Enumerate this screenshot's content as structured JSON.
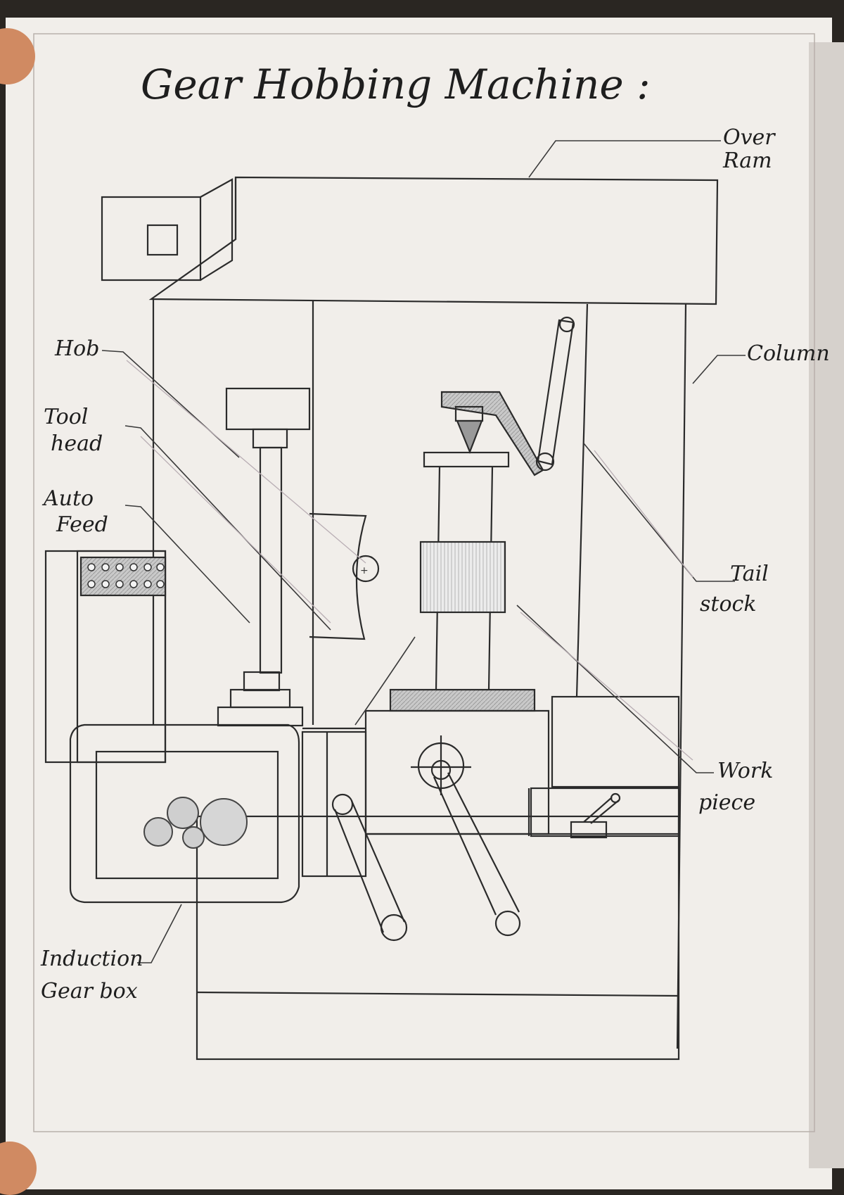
{
  "title": "Gear Hobbing Machine :",
  "labels": {
    "over_ram": [
      "Over",
      "Ram"
    ],
    "column": "Column",
    "hob": "Hob",
    "tool_head": [
      "Tool",
      "head"
    ],
    "auto_feed": [
      "Auto",
      "Feed"
    ],
    "tail_stock": [
      "Tail",
      "stock"
    ],
    "work_piece": [
      "Work",
      "piece"
    ],
    "induction_gear_box": [
      "Induction",
      "Gear box"
    ]
  },
  "colors": {
    "paper": "#f3f0ec",
    "ink": "#2b2b2b",
    "shade": "#bdbdbd",
    "page_edge": "#d9d4cf"
  }
}
